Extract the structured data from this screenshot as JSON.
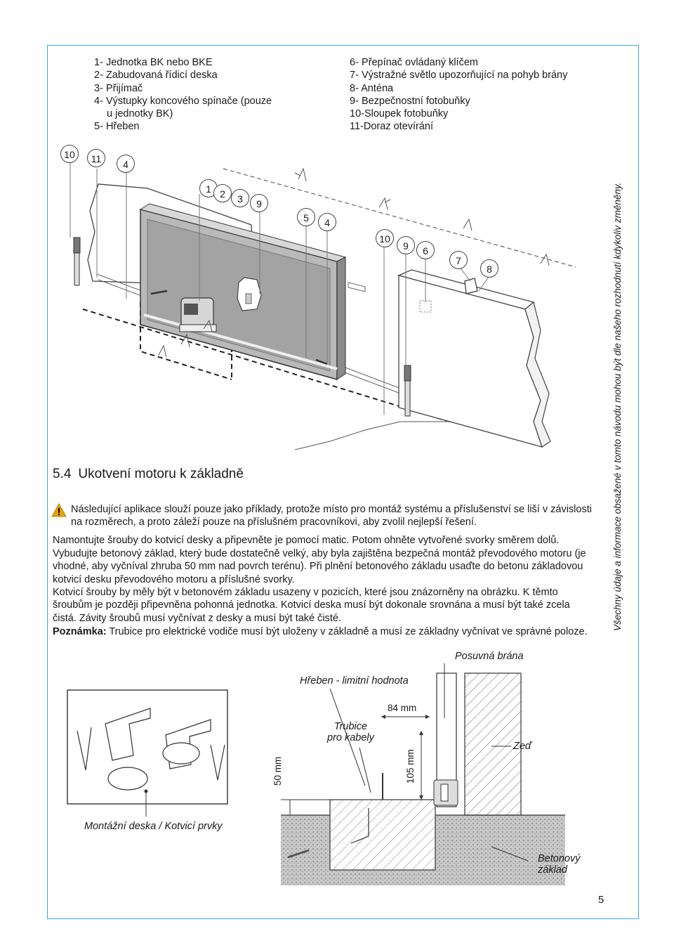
{
  "legend_left": [
    {
      "num": "1-",
      "text": "Jednotka BK nebo BKE"
    },
    {
      "num": "2-",
      "text": "Zabudovaná řídicí deska"
    },
    {
      "num": "3-",
      "text": "Přijímač"
    },
    {
      "num": "4-",
      "text": "Výstupky koncového spínače (pouze"
    },
    {
      "num": "",
      "text": "u jednotky BK)"
    },
    {
      "num": "5-",
      "text": "Hřeben"
    }
  ],
  "legend_right": [
    {
      "num": "6-",
      "text": "Přepínač ovládaný klíčem"
    },
    {
      "num": "7-",
      "text": "Výstražné světlo upozorňující na pohyb brány"
    },
    {
      "num": "8-",
      "text": "Anténa"
    },
    {
      "num": "9-",
      "text": "Bezpečnostní fotobuňky"
    },
    {
      "num": "10-",
      "text": "Sloupek fotobuňky"
    },
    {
      "num": "11-",
      "text": "Doraz otevírání"
    }
  ],
  "callouts": [
    "10",
    "11",
    "4",
    "1",
    "2",
    "3",
    "9",
    "5",
    "4",
    "10",
    "9",
    "6",
    "7",
    "8"
  ],
  "section": {
    "number": "5.4",
    "title": "Ukotvení motoru k základně"
  },
  "paragraphs": {
    "warning": "Následující aplikace slouží pouze jako příklady, protože místo pro montáž systému a příslušenství se liší v závislosti na rozměrech, a proto záleží pouze na příslušném pracovníkovi, aby zvolil nejlepší řešení.",
    "p1": "Namontujte šrouby do kotvicí desky a připevněte je pomocí matic. Potom ohněte vytvořené svorky směrem dolů.",
    "p2": "Vybudujte betonový základ, který bude dostatečně velký, aby byla zajištěna bezpečná montáž převodového motoru (je vhodné, aby vyčníval zhruba 50 mm nad povrch terénu). Při plnění betonového základu usaďte do betonu základovou kotvicí desku převodového motoru a příslušné svorky.",
    "p3": "Kotvicí šrouby by měly být v betonovém základu usazeny v pozicích, které jsou znázorněny na obrázku. K těmto šroubům je později připevněna pohonná jednotka. Kotvicí deska musí být dokonale srovnána a musí být také zcela čistá. Závity šroubů musí vyčnívat z desky a musí být také čisté.",
    "note_label": "Poznámka:",
    "note_text": " Trubice pro elektrické vodiče musí být uloženy v základně a musí ze základny vyčnívat ve správné poloze."
  },
  "diagram_labels": {
    "sliding_gate": "Posuvná brána",
    "rack_limit": "Hřeben - limitní hodnota",
    "tube_line1": "Trubice",
    "tube_line2": "pro kabely",
    "wall": "Zeď",
    "dim_84": "84 mm",
    "dim_50": "50 mm",
    "dim_105": "105 mm",
    "mounting_plate": "Montážní deska / Kotvicí prvky",
    "concrete_line1": "Betonový",
    "concrete_line2": "základ"
  },
  "sidebar_note": "Všechny údaje a informace obsažené v tomto návodu mohou být dle našeho rozhodnutí kdykoliv změněny.",
  "page_number": "5",
  "colors": {
    "frame": "#3aa9e0",
    "gate_fill": "#b9b9b9",
    "warning": "#e8a400"
  }
}
